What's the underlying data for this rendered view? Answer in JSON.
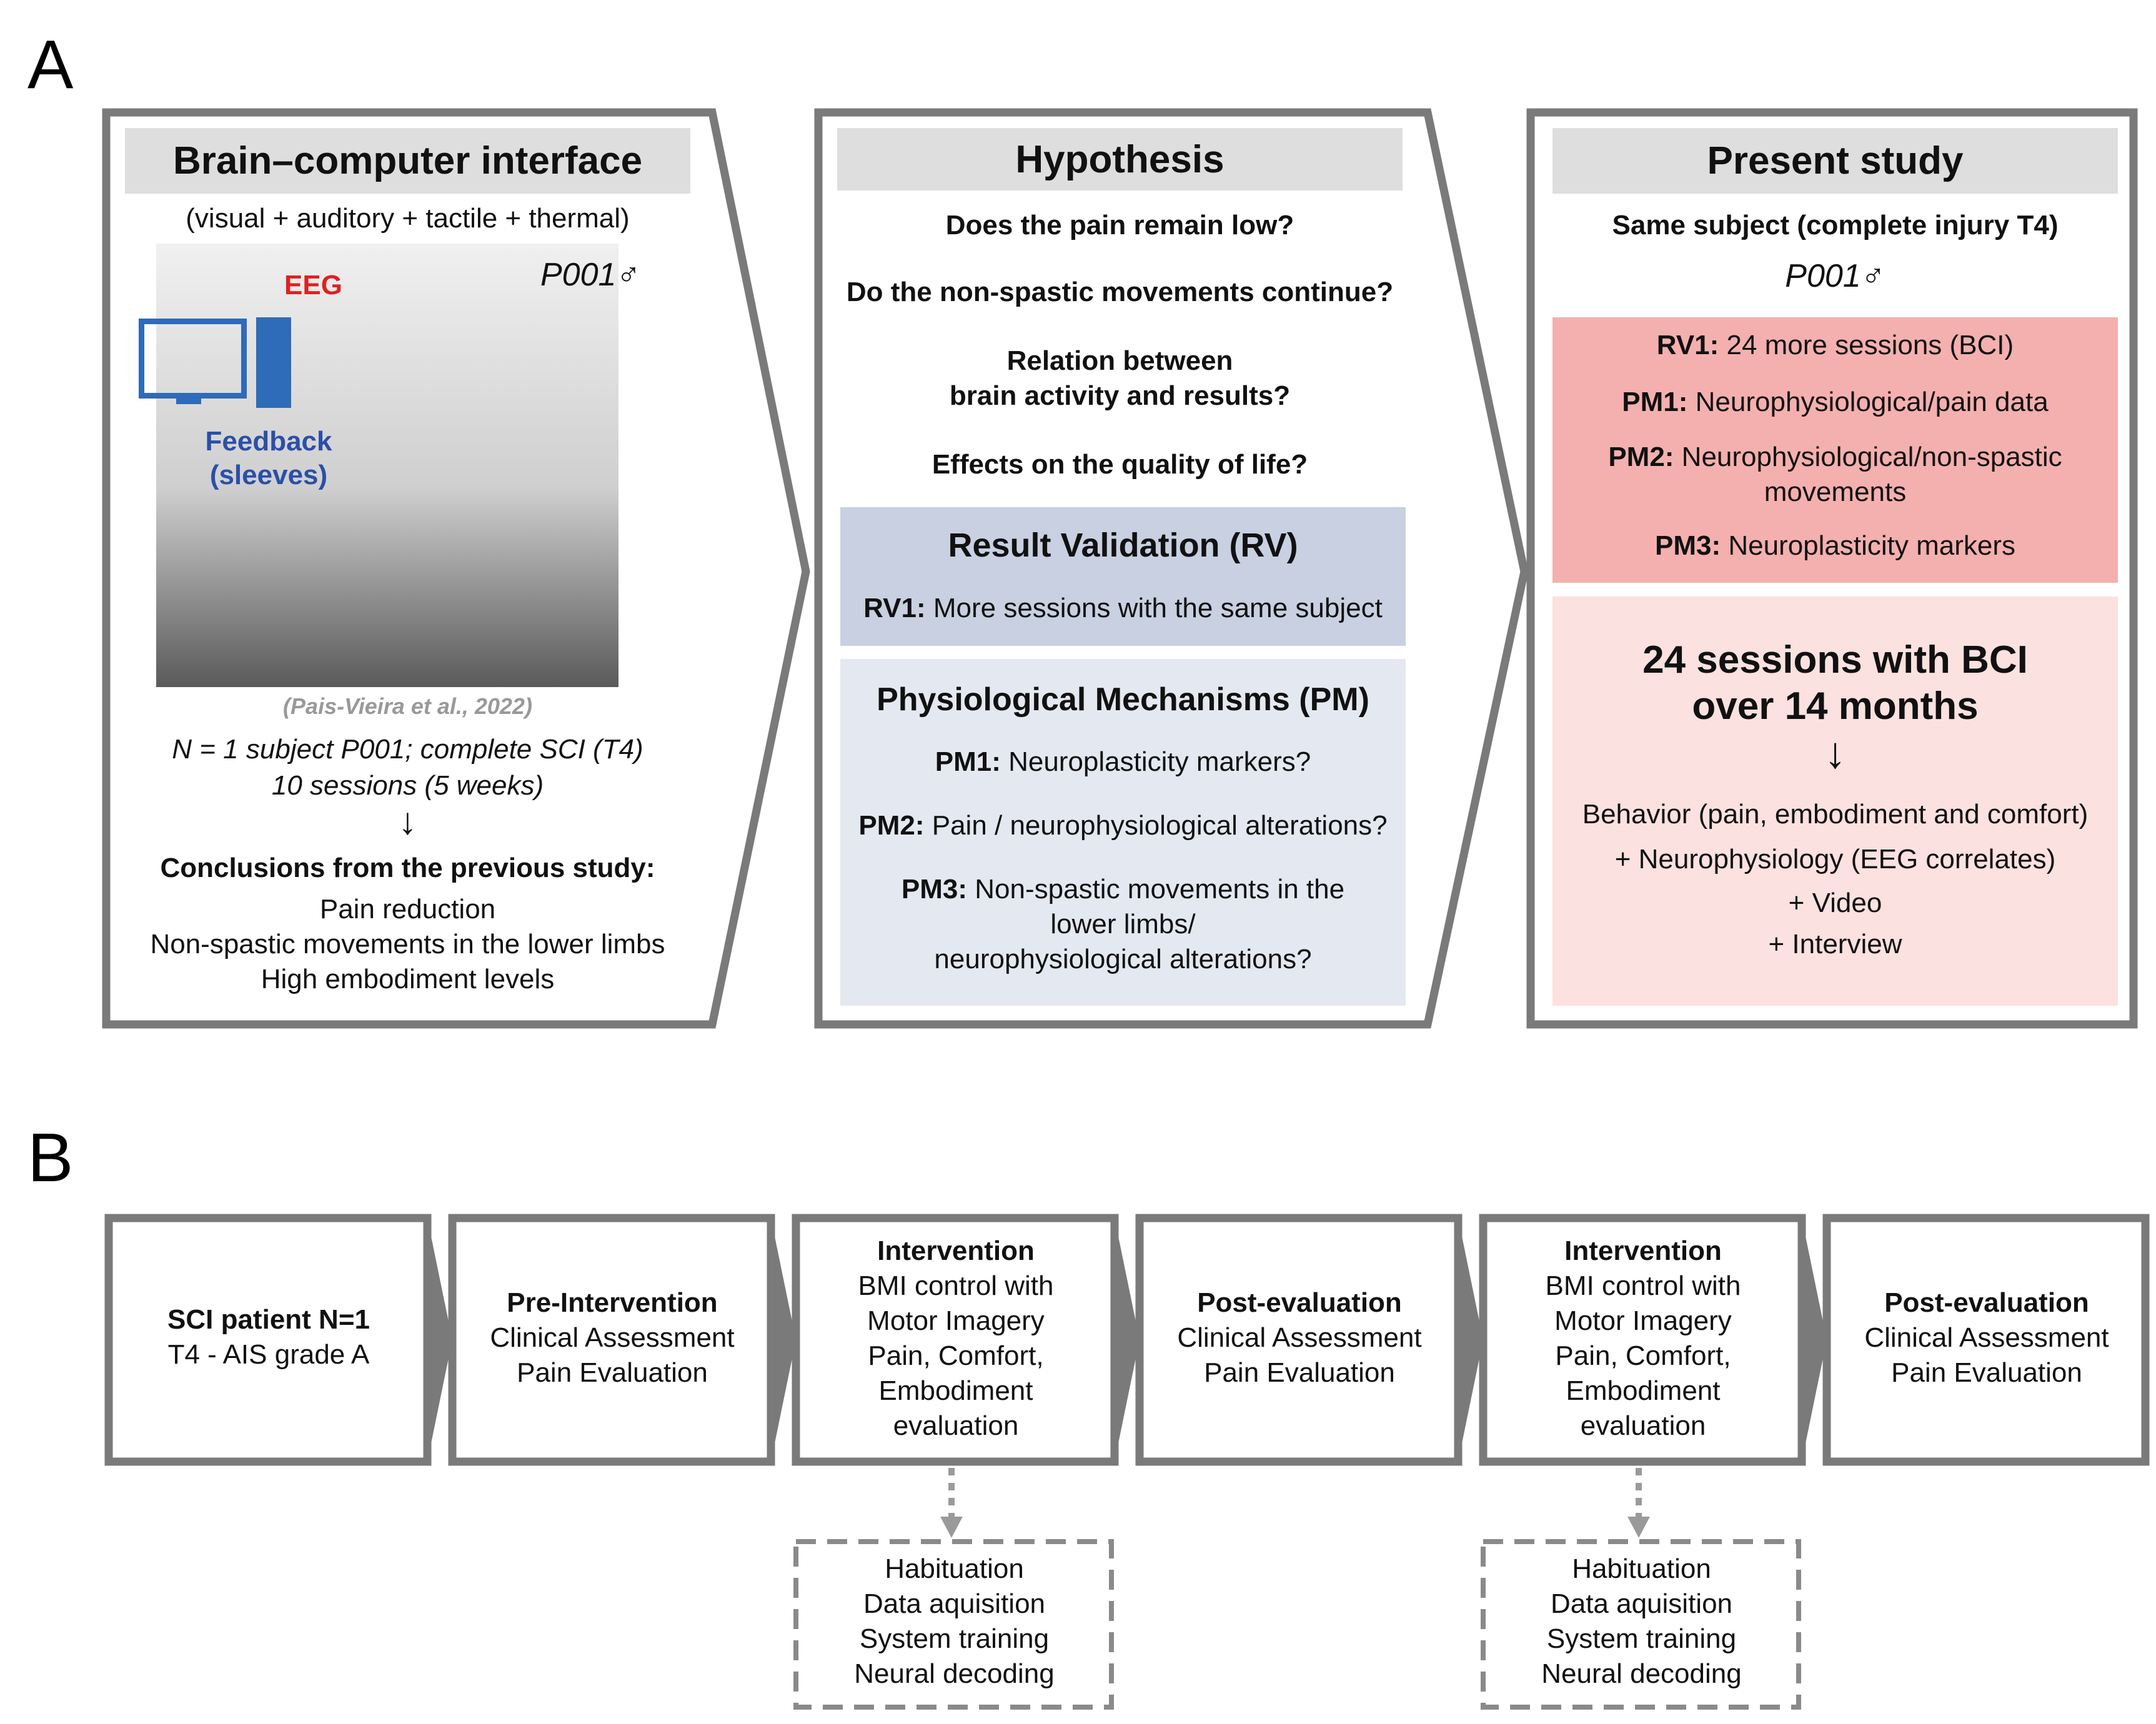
{
  "panel_a": {
    "letter": "A",
    "bci": {
      "title": "Brain–computer interface",
      "modalities": "(visual + auditory + tactile + thermal)",
      "subject": "P001♂",
      "eeg": "EEG",
      "feedback_1": "Feedback",
      "feedback_2": "(sleeves)",
      "citation": "(Pais-Vieira et al., 2022)",
      "n_line": "N = 1 subject P001; complete SCI (T4)",
      "sessions_line": "10 sessions (5 weeks)",
      "arrow": "↓",
      "conclusions_title": "Conclusions from the previous study:",
      "conclusions": [
        "Pain reduction",
        "Non-spastic movements in the lower limbs",
        "High embodiment levels"
      ]
    },
    "hypothesis": {
      "title": "Hypothesis",
      "q1": "Does the pain remain low?",
      "q2": "Do the non-spastic movements continue?",
      "q3a": "Relation between",
      "q3b": "brain activity and results?",
      "q4": "Effects on the quality of life?",
      "rv_title": "Result Validation (RV)",
      "rv1_label": "RV1:",
      "rv1_text": "More sessions with the same subject",
      "pm_title": "Physiological Mechanisms (PM)",
      "pm1_label": "PM1:",
      "pm1_text": "Neuroplasticity markers?",
      "pm2_label": "PM2:",
      "pm2_text": "Pain / neurophysiological alterations?",
      "pm3_label": "PM3:",
      "pm3_text_a": "Non-spastic movements in the",
      "pm3_text_b": "lower limbs/",
      "pm3_text_c": "neurophysiological alterations?"
    },
    "present": {
      "title": "Present study",
      "subject_line": "Same subject (complete injury T4)",
      "subject": "P001♂",
      "rv1_label": "RV1:",
      "rv1_text": "24 more sessions (BCI)",
      "pm1_label": "PM1:",
      "pm1_text": "Neurophysiological/pain data",
      "pm2_label": "PM2:",
      "pm2_text_a": "Neurophysiological/non-spastic",
      "pm2_text_b": "movements",
      "pm3_label": "PM3:",
      "pm3_text": "Neuroplasticity markers",
      "big_1": "24 sessions with BCI",
      "big_2": "over 14 months",
      "arrow": "↓",
      "b1": "Behavior (pain, embodiment and comfort)",
      "b2": "+ Neurophysiology (EEG correlates)",
      "b3": "+ Video",
      "b4": "+ Interview"
    }
  },
  "panel_b": {
    "letter": "B",
    "boxes": [
      {
        "title": "SCI patient N=1",
        "lines": [
          "T4 - AIS grade A"
        ]
      },
      {
        "title": "Pre-Intervention",
        "lines": [
          "Clinical Assessment",
          "Pain Evaluation"
        ]
      },
      {
        "title": "Intervention",
        "lines": [
          "BMI control with",
          "Motor Imagery",
          "Pain, Comfort,",
          "Embodiment",
          "evaluation"
        ]
      },
      {
        "title": "Post-evaluation",
        "lines": [
          "Clinical Assessment",
          "Pain Evaluation"
        ]
      },
      {
        "title": "Intervention",
        "lines": [
          "BMI control with",
          "Motor Imagery",
          "Pain, Comfort,",
          "Embodiment",
          "evaluation"
        ]
      },
      {
        "title": "Post-evaluation",
        "lines": [
          "Clinical Assessment",
          "Pain Evaluation"
        ]
      }
    ],
    "sub_boxes": [
      {
        "lines": [
          "Habituation",
          "Data aquisition",
          "System training",
          "Neural decoding"
        ]
      },
      {
        "lines": [
          "Habituation",
          "Data aquisition",
          "System training",
          "Neural decoding"
        ]
      }
    ]
  }
}
